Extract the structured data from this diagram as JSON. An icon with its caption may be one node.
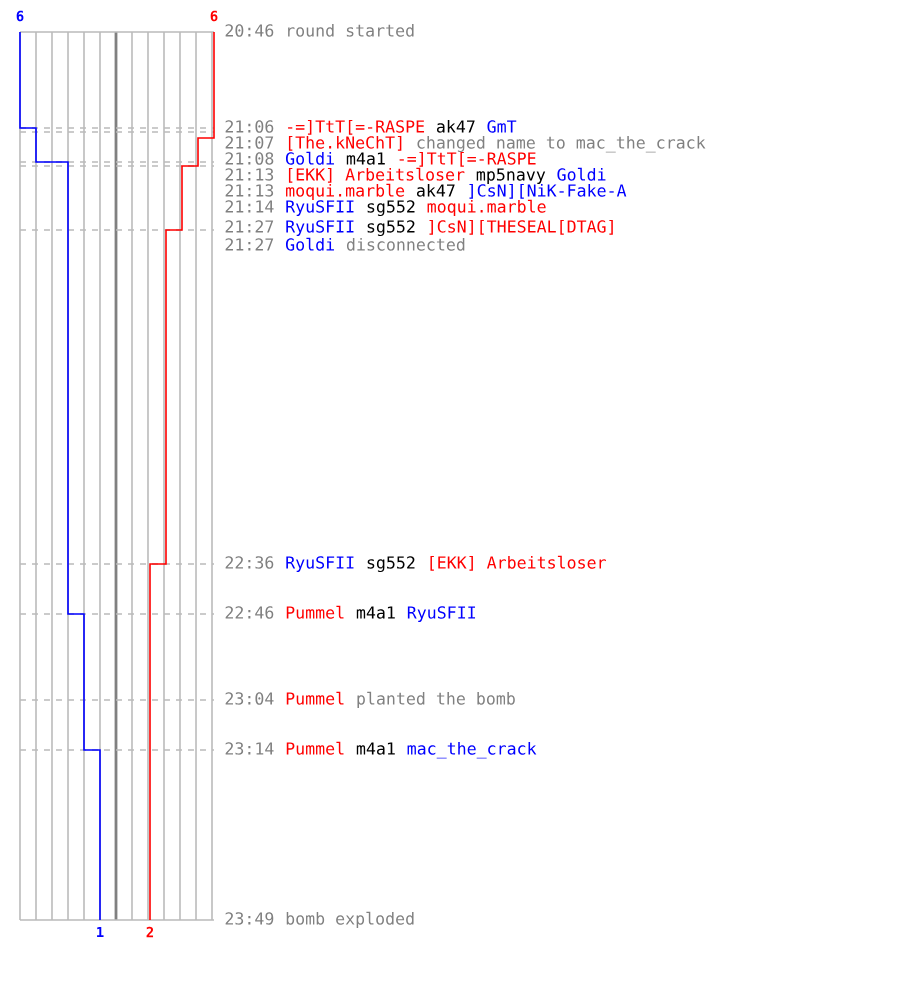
{
  "diagram": {
    "labels": [
      "6",
      "6",
      "20:46",
      "round started",
      "21:06",
      "-=]TtT[=-RASPE",
      "ak47",
      "GmT",
      "21:07",
      "[The.kNeChT]",
      "changed name to mac_the_crack",
      "21:08",
      "Goldi",
      "m4a1",
      "-=]TtT[=-RASPE",
      "21:13",
      "[EKK] Arbeitsloser",
      "mp5navy",
      "Goldi",
      "21:13",
      "moqui.marble",
      "ak47",
      "]CsN][NiK-Fake-A",
      "21:14",
      "RyuSFII",
      "sg552",
      "moqui.marble",
      "21:27",
      "RyuSFII",
      "sg552",
      "]CsN][THESEAL[DTAG]",
      "21:27",
      "Goldi",
      "disconnected",
      "22:36",
      "RyuSFII",
      "sg552",
      "[EKK] Arbeitsloser",
      "22:46",
      "Pummel",
      "m4a1",
      "RyuSFII",
      "23:04",
      "Pummel",
      "planted the bomb",
      "23:14",
      "Pummel",
      "m4a1",
      "mac_the_crack",
      "23:49",
      "bomb exploded",
      "1",
      "2"
    ]
  }
}
